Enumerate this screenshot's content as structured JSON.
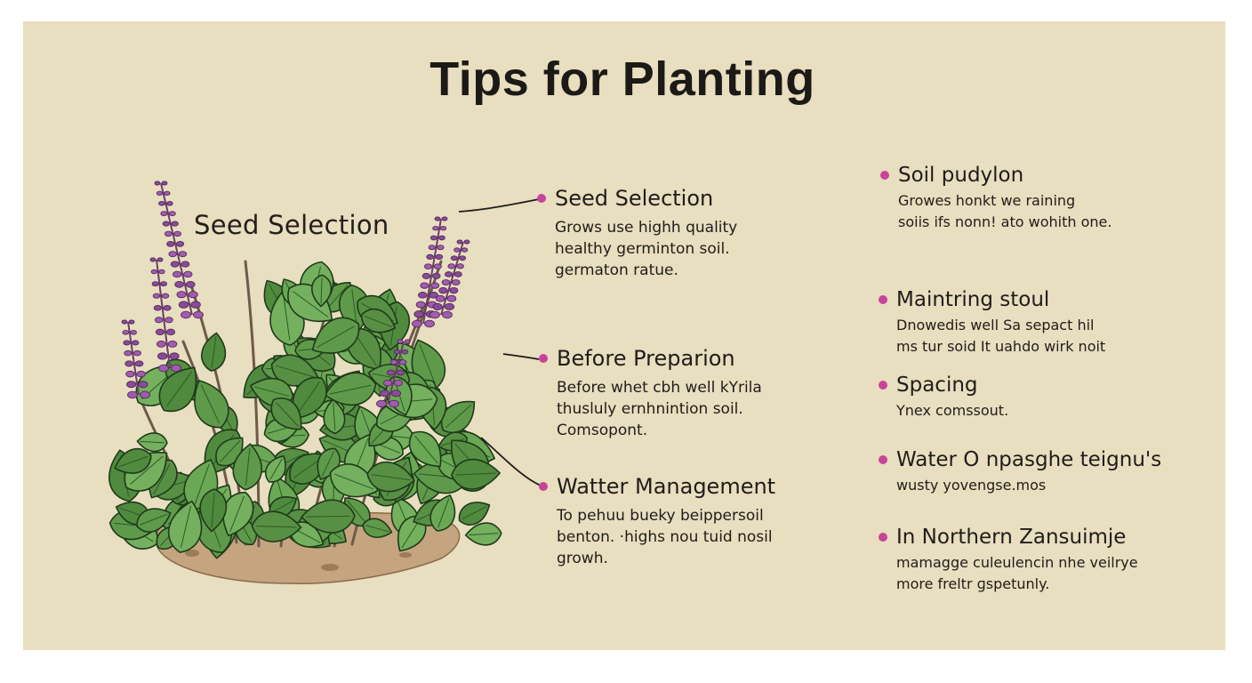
{
  "title": "Tips for Planting",
  "plant_label": "Seed Selection",
  "accent_color": "#c8449a",
  "left_tips": [
    {
      "heading": "Seed Selection",
      "lines": [
        "Grows use highh quality",
        "healthy germinton soil.",
        "germaton ratue."
      ]
    },
    {
      "heading": "Before Preparion",
      "lines": [
        "Before whet cbh well kYrila",
        "thusluly ernhnintion soil.",
        "Comsopont."
      ]
    },
    {
      "heading": "Watter Management",
      "lines": [
        "To pehuu bueky beippersoil",
        "benton. ·highs nou tuid nosil",
        "growh."
      ]
    }
  ],
  "right_tips": [
    {
      "heading": "Soil pudylon",
      "lines": [
        "Growes honkt we raining",
        "soiis ifs nonn! ato wohith one."
      ]
    },
    {
      "heading": "Maintring stoul",
      "lines": [
        "Dnowedis well Sa sepact hil",
        "ms tur soid It uahdo wirk noit"
      ]
    },
    {
      "heading": "Spacing",
      "lines": [
        "Ynex comssout."
      ]
    },
    {
      "heading": "Water O npasghe teignu's",
      "lines": [
        "wusty yovengse.mos"
      ]
    },
    {
      "heading": "In Northern Zansuimje",
      "lines": [
        "mamagge culeulencin nhe veilrye",
        "more freltr ɡspetunly."
      ]
    }
  ]
}
